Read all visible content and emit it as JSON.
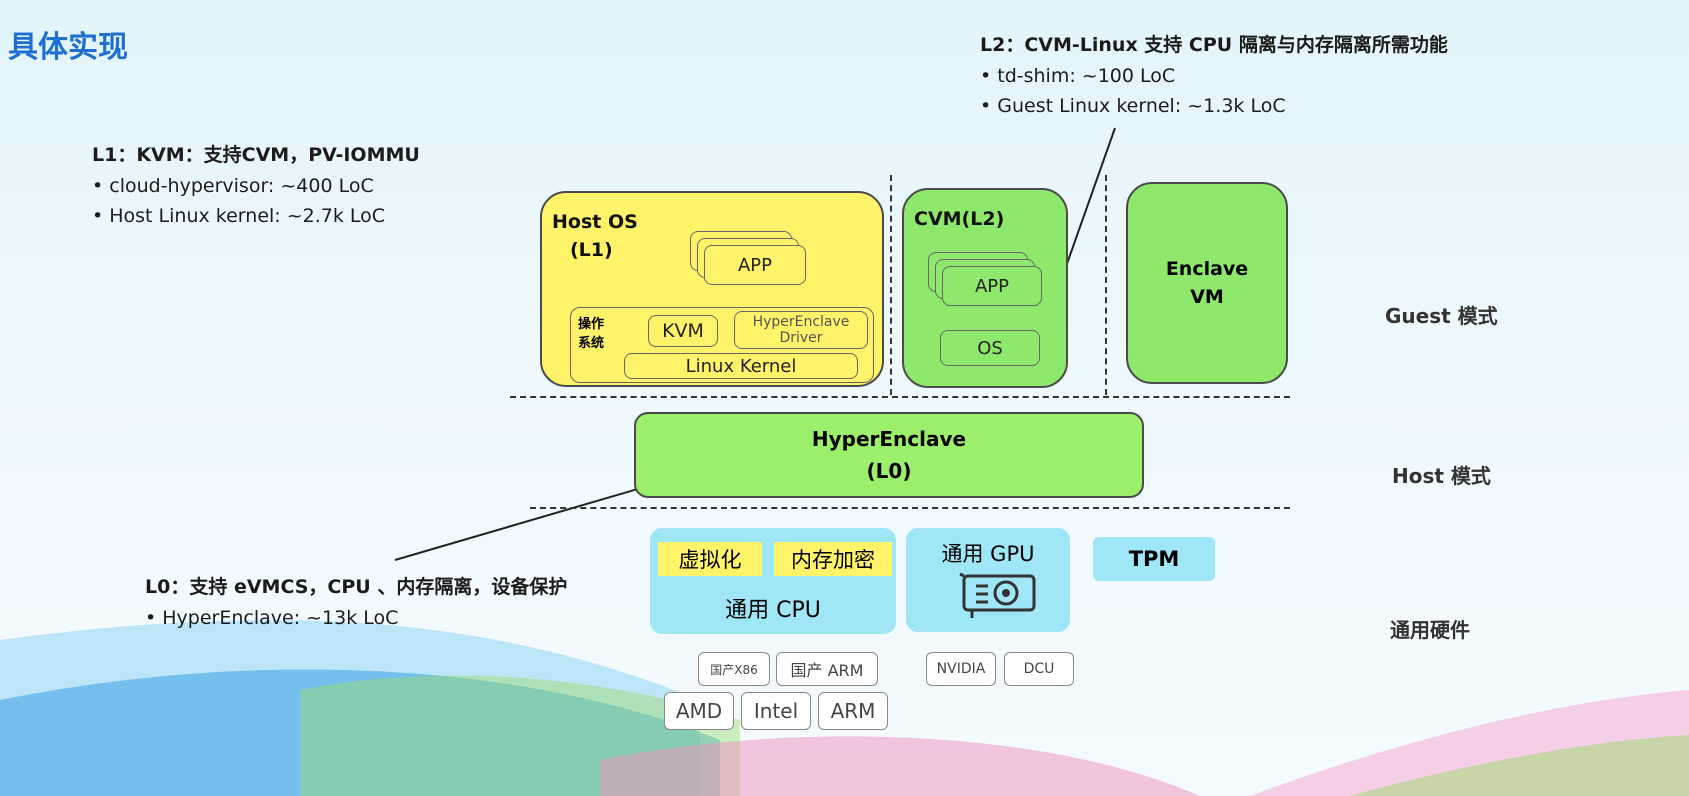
{
  "title": "具体实现",
  "notes": {
    "l1": {
      "head": "L1：KVM：支持CVM，PV-IOMMU",
      "items": [
        "• cloud-hypervisor: ~400 LoC",
        "• Host Linux kernel: ~2.7k LoC"
      ]
    },
    "l2": {
      "head": "L2：CVM-Linux 支持 CPU 隔离与内存隔离所需功能",
      "items": [
        "• td-shim: ~100 LoC",
        "• Guest Linux kernel: ~1.3k LoC"
      ]
    },
    "l0": {
      "head": "L0：支持 eVMCS，CPU 、内存隔离，设备保护",
      "items": [
        "• HyperEnclave: ~13k LoC"
      ]
    }
  },
  "host_os": {
    "label1": "Host OS",
    "label2": "(L1)",
    "app": "APP",
    "os_label1": "操作",
    "os_label2": "系统",
    "kvm": "KVM",
    "hed1": "HyperEnclave",
    "hed2": "Driver",
    "kernel": "Linux Kernel"
  },
  "cvm": {
    "label": "CVM(L2)",
    "app": "APP",
    "os": "OS"
  },
  "enclave": {
    "label1": "Enclave",
    "label2": "VM"
  },
  "hyperenclave": {
    "label1": "HyperEnclave",
    "label2": "(L0)"
  },
  "hardware": {
    "cpu": {
      "label": "通用 CPU",
      "virt": "虚拟化",
      "mem": "内存加密"
    },
    "gpu": {
      "label": "通用 GPU"
    },
    "tpm": "TPM"
  },
  "chips": {
    "x86": "国产X86",
    "arm_cn": "国产 ARM",
    "amd": "AMD",
    "intel": "Intel",
    "arm": "ARM",
    "nvidia": "NVIDIA",
    "dcu": "DCU"
  },
  "modes": {
    "guest": "Guest 模式",
    "host": "Host 模式",
    "hw": "通用硬件"
  },
  "colors": {
    "host_os": "#fff36a",
    "green": "#8ee86b",
    "hw_blue": "#9fe6f6",
    "title": "#1f6fd1"
  }
}
